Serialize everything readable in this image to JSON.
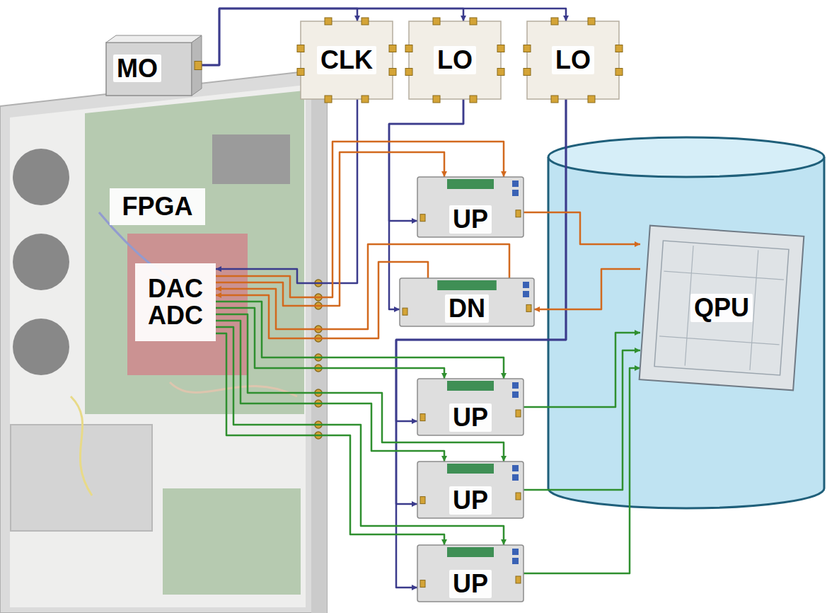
{
  "diagram": {
    "nodes": [
      {
        "text": [
          "MO"
        ]
      },
      {
        "text": [
          "CLK"
        ]
      },
      {
        "text": [
          "LO"
        ]
      },
      {
        "text": [
          "LO"
        ]
      },
      {
        "text": [
          "FPGA"
        ]
      },
      {
        "text": [
          "UP"
        ]
      },
      {
        "text": [
          "DAC ADC"
        ]
      },
      {
        "text": [
          "DN"
        ]
      },
      {
        "text": [
          "QPU"
        ]
      },
      {
        "text": [
          "UP"
        ]
      },
      {
        "text": [
          "UP"
        ]
      },
      {
        "text": [
          "UP"
        ]
      }
    ],
    "edges": [
      {
        "from": 0,
        "to": 1,
        "arrow": "to"
      },
      {
        "from": 0,
        "to": 2,
        "arrow": "to"
      },
      {
        "from": 0,
        "to": 3,
        "arrow": "to"
      },
      {
        "from": 1,
        "to": 6,
        "arrow": "to"
      },
      {
        "from": 2,
        "to": 5,
        "arrow": "to"
      },
      {
        "from": 2,
        "to": 7,
        "arrow": "to"
      },
      {
        "from": 3,
        "to": 9,
        "arrow": "to"
      },
      {
        "from": 3,
        "to": 10,
        "arrow": "to"
      },
      {
        "from": 3,
        "to": 11,
        "arrow": "to"
      },
      {
        "from": 6,
        "to": 5,
        "arrow": "to"
      },
      {
        "from": 6,
        "to": 5,
        "arrow": "to"
      },
      {
        "from": 7,
        "to": 6,
        "arrow": "to"
      },
      {
        "from": 7,
        "to": 6,
        "arrow": "to"
      },
      {
        "from": 5,
        "to": 8,
        "arrow": "to"
      },
      {
        "from": 8,
        "to": 7,
        "arrow": "to"
      },
      {
        "from": 6,
        "to": 9,
        "arrow": "to"
      },
      {
        "from": 6,
        "to": 9,
        "arrow": "to"
      },
      {
        "from": 6,
        "to": 10,
        "arrow": "to"
      },
      {
        "from": 6,
        "to": 10,
        "arrow": "to"
      },
      {
        "from": 6,
        "to": 11,
        "arrow": "to"
      },
      {
        "from": 6,
        "to": 11,
        "arrow": "to"
      },
      {
        "from": 9,
        "to": 8,
        "arrow": "to"
      },
      {
        "from": 10,
        "to": 8,
        "arrow": "to"
      },
      {
        "from": 11,
        "to": 8,
        "arrow": "to"
      }
    ]
  }
}
